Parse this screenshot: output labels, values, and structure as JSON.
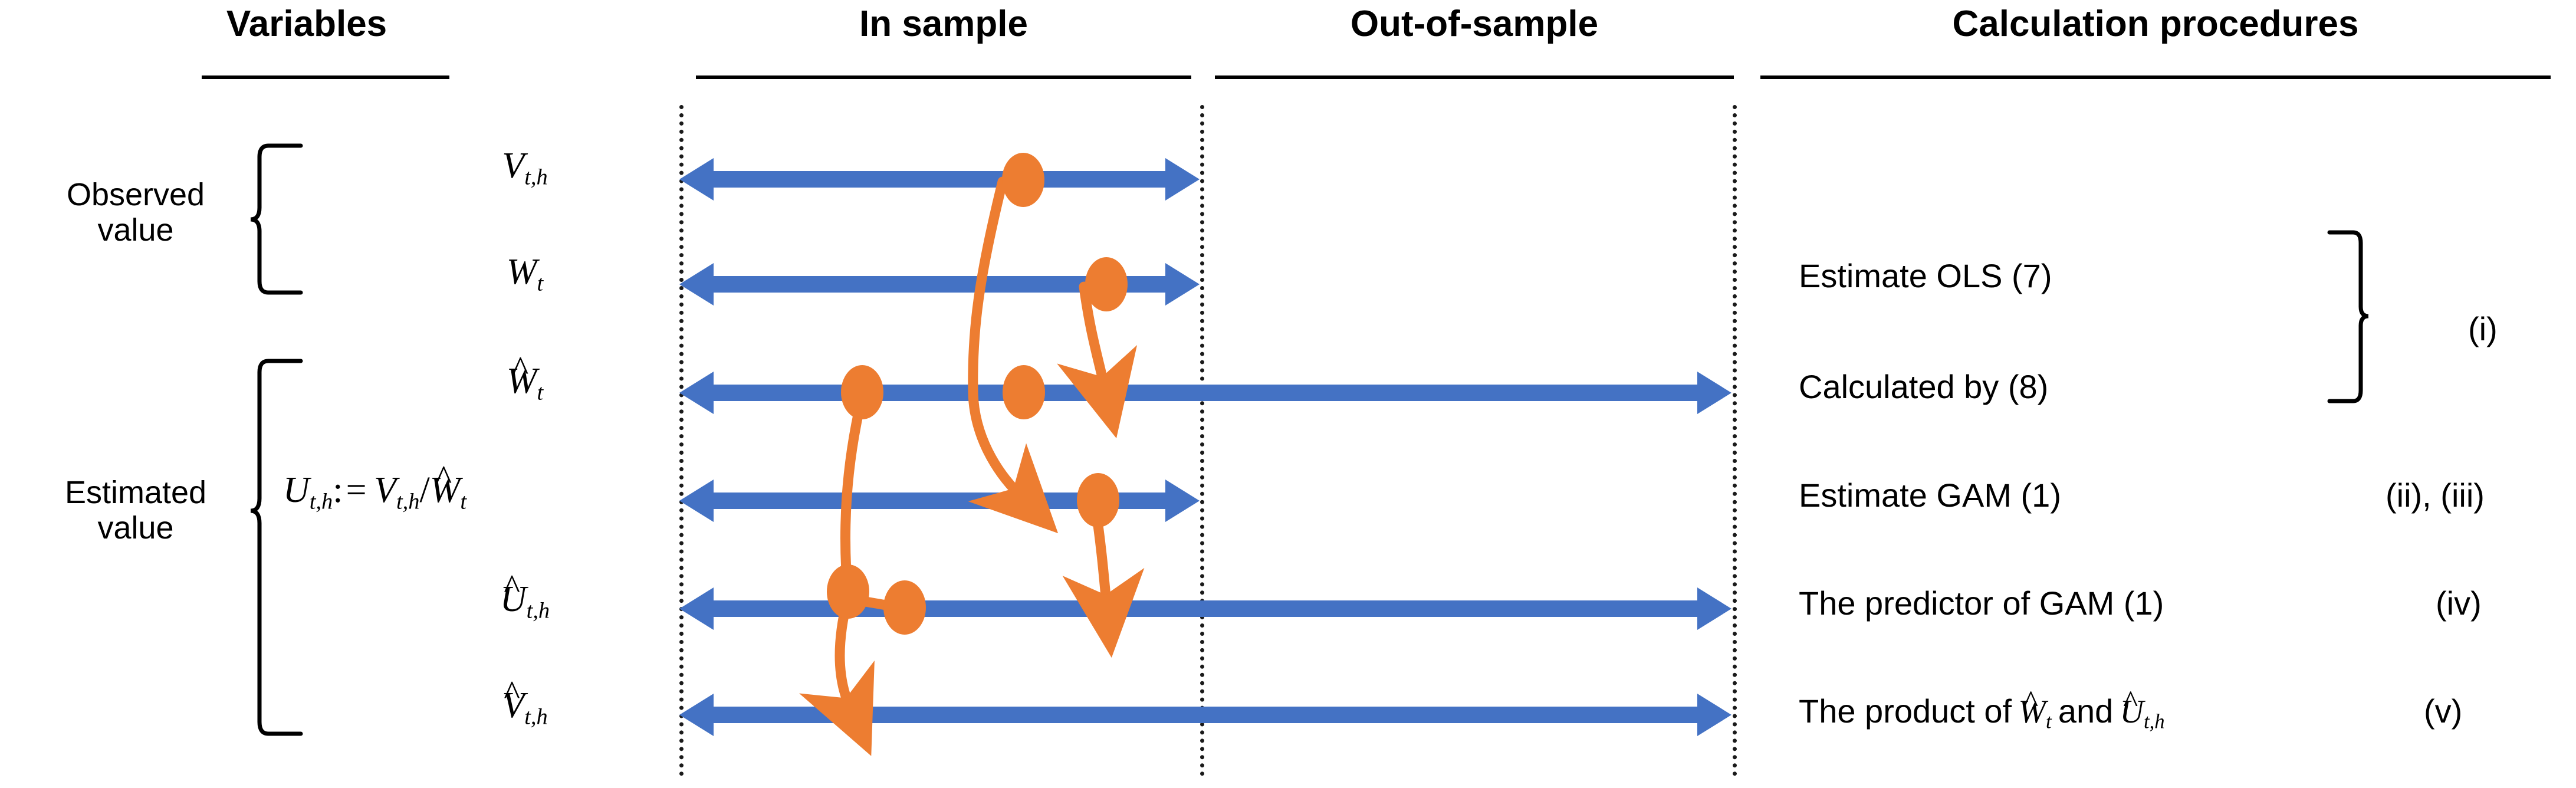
{
  "headers": [
    {
      "label": "Variables"
    },
    {
      "label": "In sample"
    },
    {
      "label": "Out-of-sample"
    },
    {
      "label": "Calculation procedures"
    }
  ],
  "groups": [
    {
      "label_line1": "Observed",
      "label_line2": "value"
    },
    {
      "label_line1": "Estimated",
      "label_line2": "value"
    }
  ],
  "variables": [
    {
      "name": "V_t_h",
      "text": "V t,h",
      "group": "observed"
    },
    {
      "name": "W_t",
      "text": "W t",
      "group": "observed"
    },
    {
      "name": "W_hat_t",
      "text": "Ŵ t",
      "group": "estimated"
    },
    {
      "name": "U_def",
      "text": "U t,h := V t,h / Ŵ t",
      "group": "estimated"
    },
    {
      "name": "U_hat",
      "text": "Û t,h",
      "group": "estimated"
    },
    {
      "name": "V_hat",
      "text": "V̂ t,h",
      "group": "estimated"
    }
  ],
  "procedures": [
    {
      "text": "Estimate OLS (7)",
      "tag": ""
    },
    {
      "text": "Calculated by (8)",
      "tag": ""
    },
    {
      "text": "Estimate GAM (1)",
      "tag": "(ii), (iii)"
    },
    {
      "text": "The predictor of GAM (1)",
      "tag": "(iv)"
    },
    {
      "text": "The product of Ŵt and Ût,h",
      "tag": "(v)"
    }
  ],
  "bracket_tags": [
    {
      "label": "(i)"
    }
  ],
  "colors": {
    "arrow_blue": "#4472C4",
    "flow_orange": "#ED7D31",
    "rule_black": "#000000"
  },
  "rows": [
    {
      "variable": "V_t_h",
      "span": "in-sample",
      "procedure": ""
    },
    {
      "variable": "W_t",
      "span": "in-sample",
      "procedure": "Estimate OLS (7)"
    },
    {
      "variable": "W_hat_t",
      "span": "full",
      "procedure": "Calculated by (8)"
    },
    {
      "variable": "U_def",
      "span": "in-sample",
      "procedure": "Estimate GAM (1)"
    },
    {
      "variable": "U_hat",
      "span": "full",
      "procedure": "The predictor of GAM (1)"
    },
    {
      "variable": "V_hat",
      "span": "full",
      "procedure": "The product of Ŵt and Ût,h"
    }
  ]
}
